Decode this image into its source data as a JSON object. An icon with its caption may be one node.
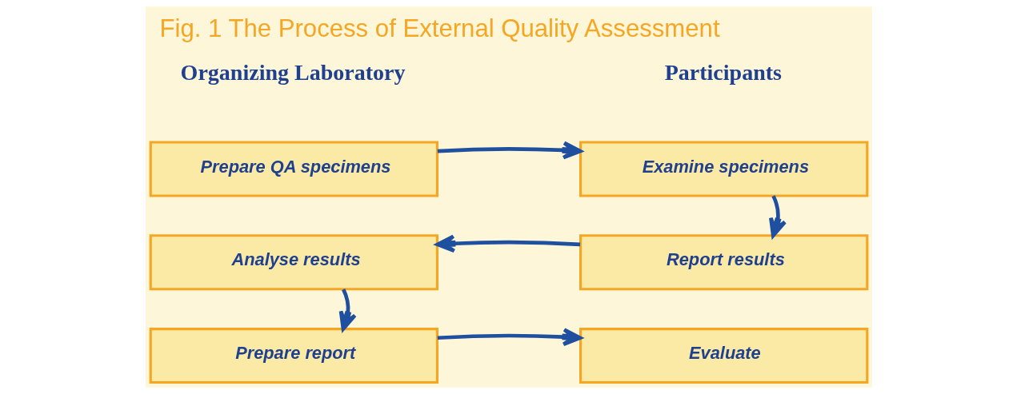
{
  "diagram": {
    "title": "Fig. 1 The Process of External Quality Assessment",
    "nodes": [
      {
        "text": [
          "Prepare QA specimens"
        ]
      },
      {
        "text": [
          "Examine specimens"
        ]
      },
      {
        "text": [
          "Analyse results"
        ]
      },
      {
        "text": [
          "Report results"
        ]
      },
      {
        "text": [
          "Prepare report"
        ]
      },
      {
        "text": [
          "Evaluate"
        ]
      }
    ],
    "edges": [
      {
        "from": 0,
        "to": 1,
        "arrow": "to"
      },
      {
        "from": 1,
        "to": 3,
        "arrow": "to"
      },
      {
        "from": 3,
        "to": 2,
        "arrow": "to"
      },
      {
        "from": 2,
        "to": 4,
        "arrow": "to"
      },
      {
        "from": 4,
        "to": 5,
        "arrow": "to"
      }
    ],
    "labels": [
      "Organizing Laboratory",
      "Participants"
    ]
  }
}
